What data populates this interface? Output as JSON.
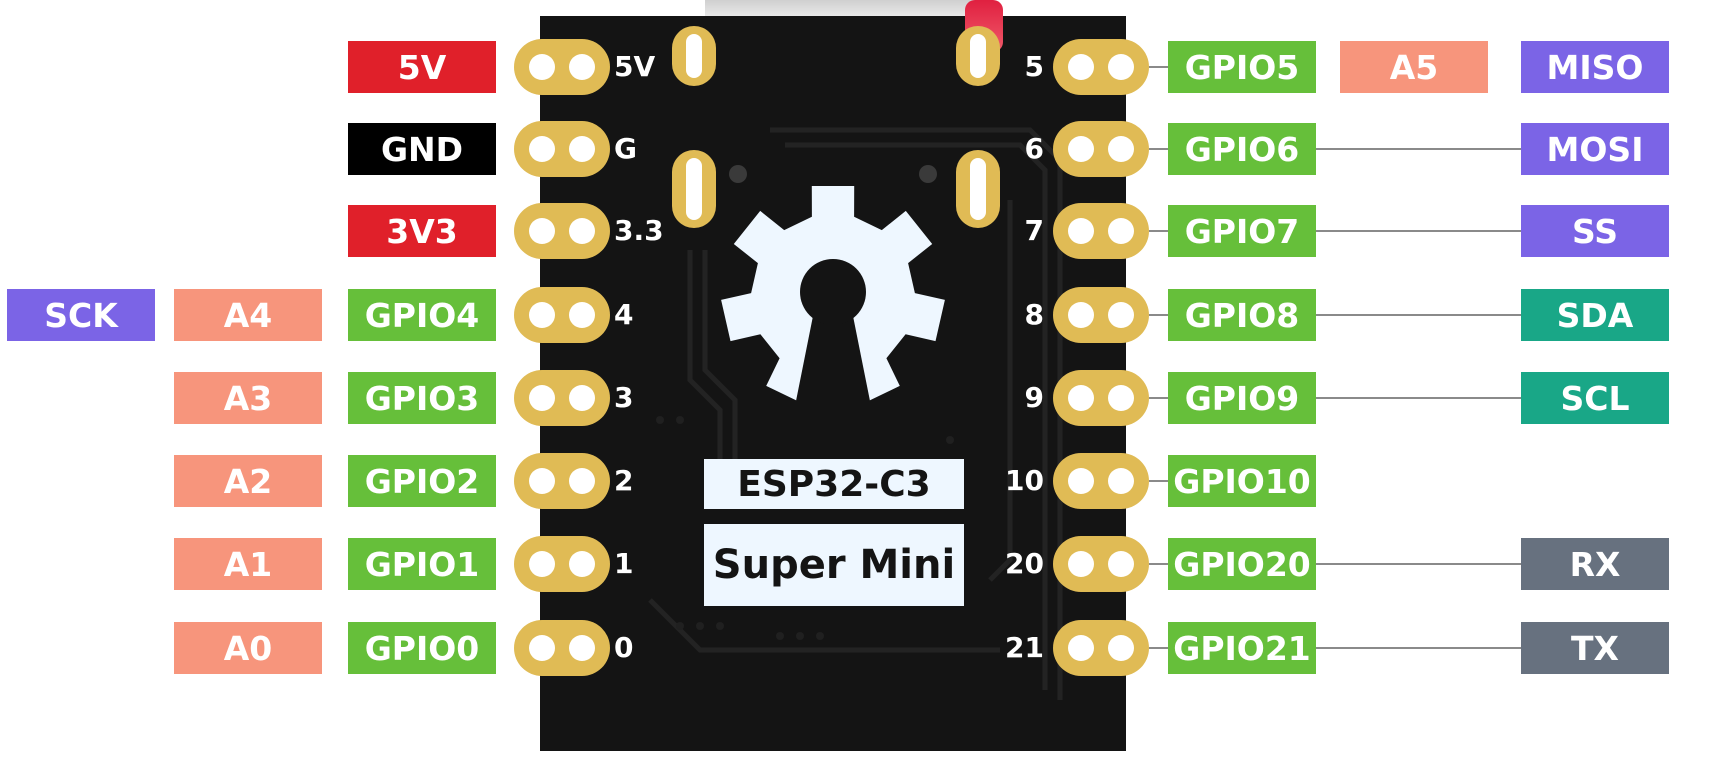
{
  "board": {
    "chip_name": "ESP32-C3",
    "model_name": "Super Mini",
    "logo_icon": "open-source-hardware-gear-icon",
    "colors": {
      "pcb": "#141414",
      "pad": "#e0bb55",
      "power": "#e0202a",
      "ground": "#000000",
      "gpio": "#66bf3a",
      "analog": "#f7957c",
      "spi": "#7b64e6",
      "i2c": "#19a787",
      "uart": "#67717f",
      "leader_line": "#8a8a8a"
    }
  },
  "left_pins": [
    {
      "pin": "5V",
      "tags": [
        {
          "text": "5V",
          "kind": "power"
        }
      ]
    },
    {
      "pin": "G",
      "tags": [
        {
          "text": "GND",
          "kind": "ground"
        }
      ]
    },
    {
      "pin": "3.3",
      "tags": [
        {
          "text": "3V3",
          "kind": "power"
        }
      ]
    },
    {
      "pin": "4",
      "tags": [
        {
          "text": "GPIO4",
          "kind": "gpio"
        },
        {
          "text": "A4",
          "kind": "analog"
        },
        {
          "text": "SCK",
          "kind": "spi"
        }
      ]
    },
    {
      "pin": "3",
      "tags": [
        {
          "text": "GPIO3",
          "kind": "gpio"
        },
        {
          "text": "A3",
          "kind": "analog"
        }
      ]
    },
    {
      "pin": "2",
      "tags": [
        {
          "text": "GPIO2",
          "kind": "gpio"
        },
        {
          "text": "A2",
          "kind": "analog"
        }
      ]
    },
    {
      "pin": "1",
      "tags": [
        {
          "text": "GPIO1",
          "kind": "gpio"
        },
        {
          "text": "A1",
          "kind": "analog"
        }
      ]
    },
    {
      "pin": "0",
      "tags": [
        {
          "text": "GPIO0",
          "kind": "gpio"
        },
        {
          "text": "A0",
          "kind": "analog"
        }
      ]
    }
  ],
  "right_pins": [
    {
      "pin": "5",
      "gpio": "GPIO5",
      "analog": "A5",
      "func": {
        "text": "MISO",
        "kind": "spi"
      }
    },
    {
      "pin": "6",
      "gpio": "GPIO6",
      "analog": null,
      "func": {
        "text": "MOSI",
        "kind": "spi"
      }
    },
    {
      "pin": "7",
      "gpio": "GPIO7",
      "analog": null,
      "func": {
        "text": "SS",
        "kind": "spi"
      }
    },
    {
      "pin": "8",
      "gpio": "GPIO8",
      "analog": null,
      "func": {
        "text": "SDA",
        "kind": "i2c"
      }
    },
    {
      "pin": "9",
      "gpio": "GPIO9",
      "analog": null,
      "func": {
        "text": "SCL",
        "kind": "i2c"
      }
    },
    {
      "pin": "10",
      "gpio": "GPIO10",
      "analog": null,
      "func": null
    },
    {
      "pin": "20",
      "gpio": "GPIO20",
      "analog": null,
      "func": {
        "text": "RX",
        "kind": "uart"
      }
    },
    {
      "pin": "21",
      "gpio": "GPIO21",
      "analog": null,
      "func": {
        "text": "TX",
        "kind": "uart"
      }
    }
  ]
}
